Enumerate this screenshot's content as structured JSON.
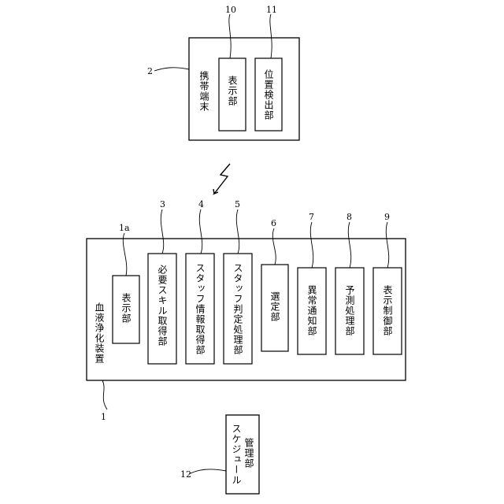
{
  "device": {
    "title": "血液浄化装置",
    "ref": "1",
    "units": [
      {
        "ref": "1a",
        "label": "表示部"
      },
      {
        "ref": "3",
        "label": "必要スキル取得部"
      },
      {
        "ref": "4",
        "label": "スタッフ情報取得部"
      },
      {
        "ref": "5",
        "label": "スタッフ判定処理部"
      },
      {
        "ref": "6",
        "label": "選定部"
      },
      {
        "ref": "7",
        "label": "異常通知部"
      },
      {
        "ref": "8",
        "label": "予測処理部"
      },
      {
        "ref": "9",
        "label": "表示制御部"
      }
    ]
  },
  "terminal": {
    "title": "携帯端末",
    "ref": "2",
    "units": [
      {
        "ref": "10",
        "label": "表示部"
      },
      {
        "ref": "11",
        "label": "位置検出部"
      }
    ]
  },
  "schedule": {
    "ref": "12",
    "label_line1": "スケジュール",
    "label_line2": "管理部"
  }
}
